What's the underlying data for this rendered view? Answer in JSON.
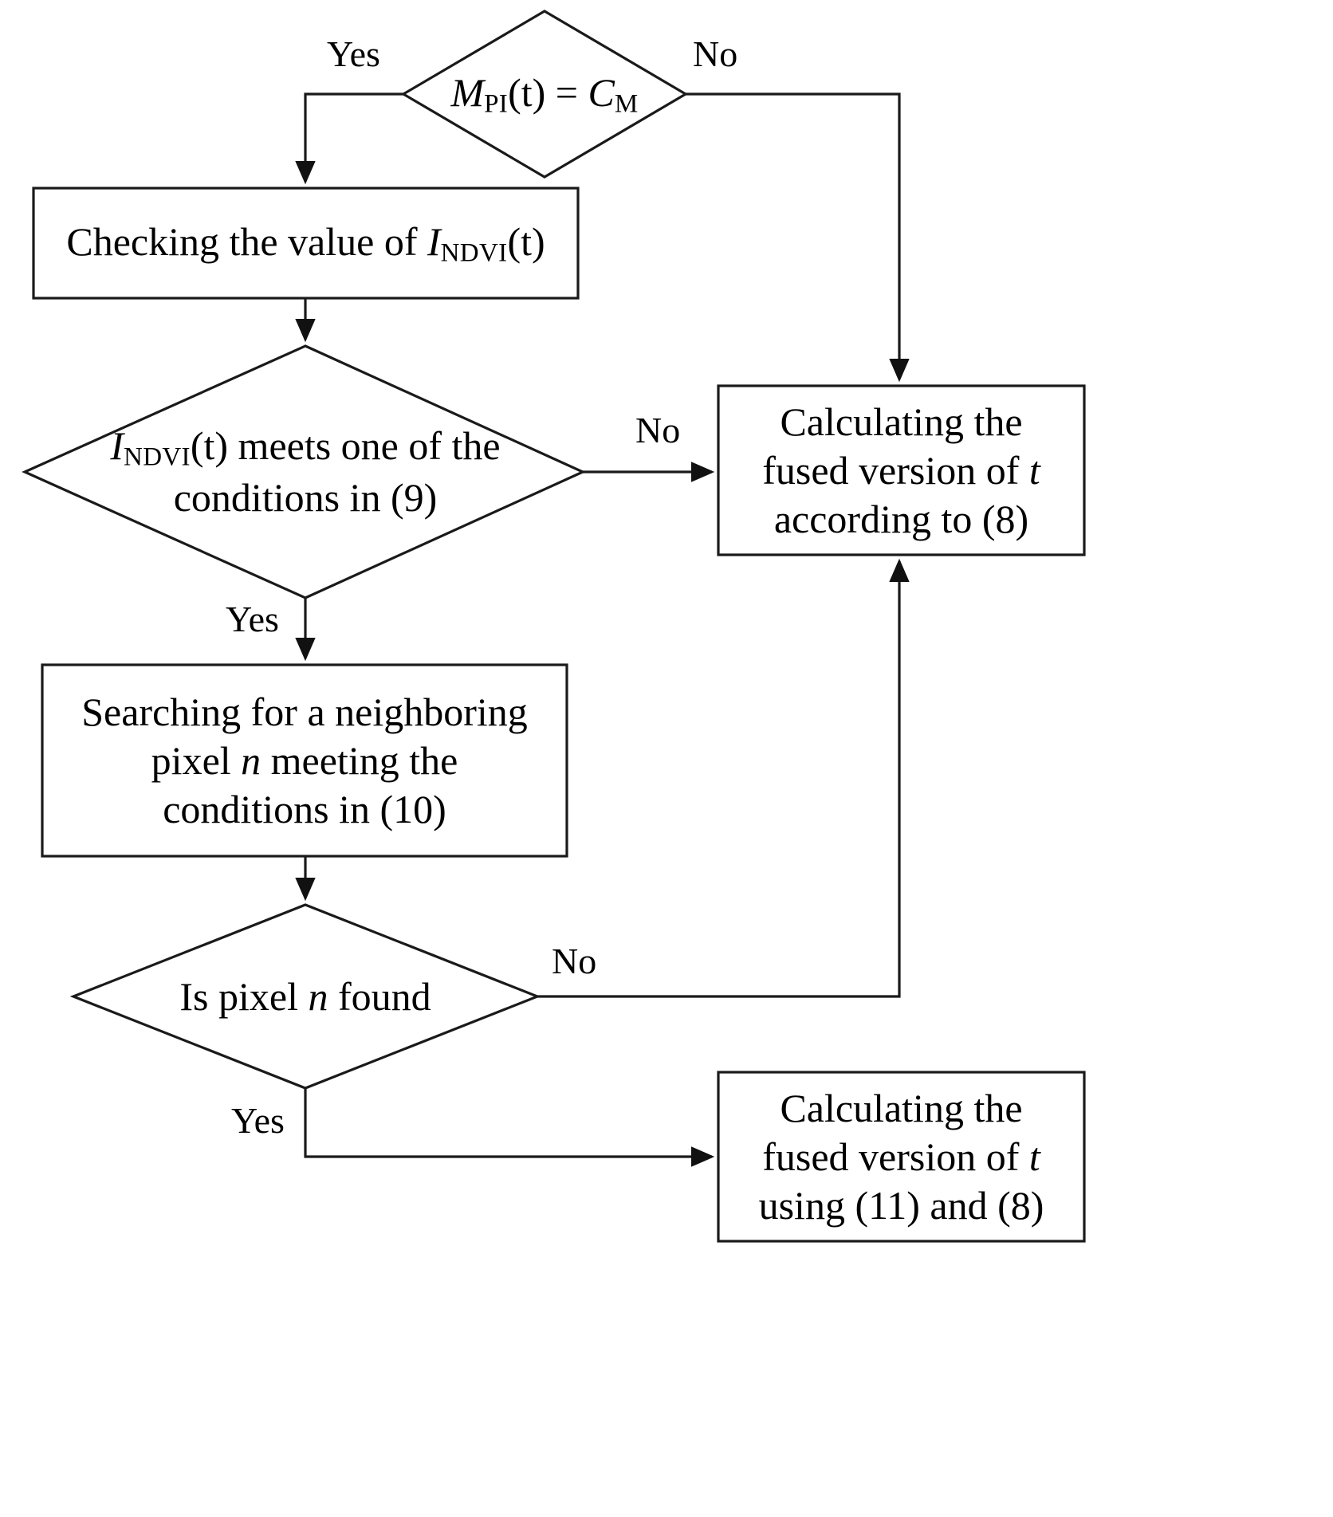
{
  "diagram": {
    "title": "NDVI-based pixel fusion decision flowchart",
    "type": "flowchart",
    "colors": {
      "stroke": "#1a1a1a",
      "fill": "#ffffff",
      "text": "#000000"
    },
    "nodes": [
      {
        "id": "d1",
        "shape": "diamond",
        "text": "M_PI(t) = C_M",
        "parts": {
          "m": "M",
          "sub1": "PI",
          "arg": "(t) = ",
          "c": "C",
          "sub2": "M"
        }
      },
      {
        "id": "p1",
        "shape": "process",
        "text": "Checking the value of I_NDVI(t)",
        "parts": {
          "lead": "Checking the value of ",
          "i": "I",
          "sub": "NDVI",
          "arg": "(t)"
        }
      },
      {
        "id": "d2",
        "shape": "diamond",
        "text": "I_NDVI(t) meets one of the conditions in (9)",
        "parts": {
          "i": "I",
          "sub": "NDVI",
          "line1_rest": "(t) meets one of the",
          "line2": "conditions in (9)"
        }
      },
      {
        "id": "p2",
        "shape": "process",
        "text": "Calculating the fused version of t according to (8)",
        "lines": [
          "Calculating the",
          "fused version of t",
          "according to (8)"
        ]
      },
      {
        "id": "p3",
        "shape": "process",
        "text": "Searching for a neighboring pixel n meeting the conditions in (10)",
        "lines": [
          "Searching for a neighboring",
          "pixel n meeting the",
          "conditions in (10)"
        ]
      },
      {
        "id": "d3",
        "shape": "diamond",
        "text": "Is pixel n found",
        "lines": [
          "Is pixel n found"
        ]
      },
      {
        "id": "p4",
        "shape": "process",
        "text": "Calculating the fused version of t using (11) and (8)",
        "lines": [
          "Calculating the",
          "fused version of t",
          "using (11) and (8)"
        ]
      }
    ],
    "edge_labels": {
      "d1_yes": "Yes",
      "d1_no": "No",
      "d2_no": "No",
      "d2_yes": "Yes",
      "d3_no": "No",
      "d3_yes": "Yes"
    }
  }
}
